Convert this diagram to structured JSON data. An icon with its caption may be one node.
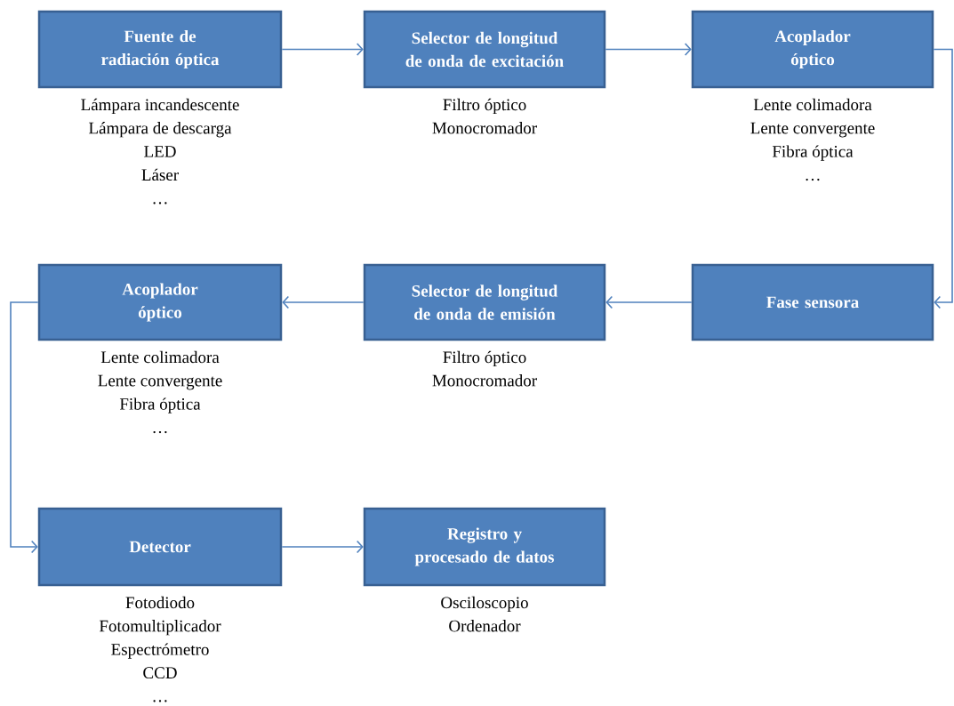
{
  "diagram": {
    "nodes": [
      {
        "text": [
          "Fuente de radiación óptica"
        ],
        "beside": [
          "Lámpara incandescente",
          "Lámpara de descarga",
          "LED",
          "Láser",
          "…"
        ]
      },
      {
        "text": [
          "Selector de longitud de onda de excitación"
        ],
        "beside": [
          "Filtro óptico",
          "Monocromador"
        ]
      },
      {
        "text": [
          "Acoplador óptico"
        ],
        "beside": [
          "Lente colimadora",
          "Lente convergente",
          "Fibra óptica",
          "…"
        ]
      },
      {
        "text": [
          "Acoplador óptico"
        ],
        "beside": [
          "Lente colimadora",
          "Lente convergente",
          "Fibra óptica",
          "…"
        ]
      },
      {
        "text": [
          "Selector de longitud de onda de emisión"
        ],
        "beside": [
          "Filtro óptico",
          "Monocromador"
        ]
      },
      {
        "text": [
          "Fase sensora"
        ]
      },
      {
        "text": [
          "Detector"
        ],
        "beside": [
          "Fotodiodo",
          "Fotomultiplicador",
          "Espectrómetro",
          "CCD",
          "…"
        ]
      },
      {
        "text": [
          "Registro y procesado de datos"
        ],
        "beside": [
          "Osciloscopio",
          "Ordenador"
        ]
      }
    ],
    "edges": [
      {
        "from": 0,
        "to": 1,
        "arrow": "to"
      },
      {
        "from": 1,
        "to": 2,
        "arrow": "to"
      },
      {
        "from": 2,
        "to": 5,
        "arrow": "to"
      },
      {
        "from": 5,
        "to": 4,
        "arrow": "to"
      },
      {
        "from": 4,
        "to": 3,
        "arrow": "to"
      },
      {
        "from": 3,
        "to": 6,
        "arrow": "to"
      },
      {
        "from": 6,
        "to": 7,
        "arrow": "to"
      }
    ]
  }
}
